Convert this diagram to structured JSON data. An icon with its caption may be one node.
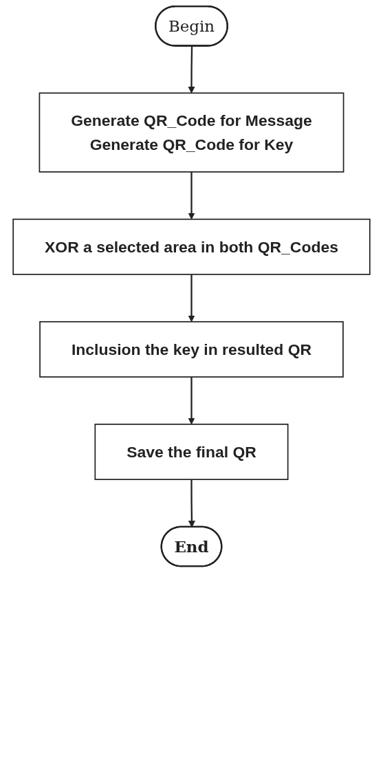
{
  "diagram": {
    "nodes": [
      {
        "text": [
          "Begin"
        ]
      },
      {
        "text": [
          "Generate QR_Code for Message",
          "Generate QR_Code for Key"
        ]
      },
      {
        "text": [
          "XOR a selected area in both QR_Codes"
        ]
      },
      {
        "text": [
          "Inclusion the key in resulted QR"
        ]
      },
      {
        "text": [
          "Save the final QR"
        ]
      },
      {
        "text": [
          "End"
        ]
      }
    ],
    "edges": [
      {
        "from": 0,
        "to": 1,
        "arrow": "to"
      },
      {
        "from": 1,
        "to": 2,
        "arrow": "to"
      },
      {
        "from": 2,
        "to": 3,
        "arrow": "to"
      },
      {
        "from": 3,
        "to": 4,
        "arrow": "to"
      },
      {
        "from": 4,
        "to": 5,
        "arrow": "to"
      }
    ]
  }
}
